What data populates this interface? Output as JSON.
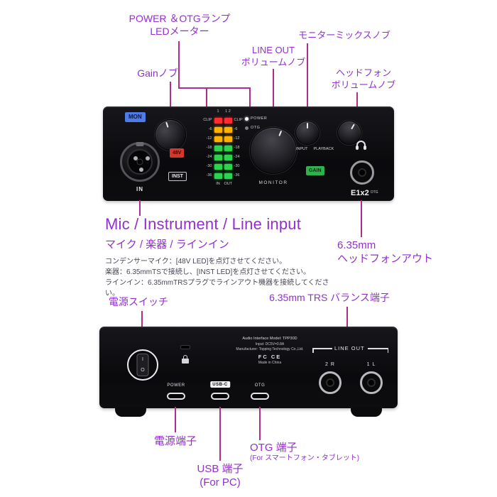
{
  "colors": {
    "annotation_text": "#9230cc",
    "leader_line": "#b02e86",
    "panel_black": "#0d0d10",
    "led_red": "#ff2d2d",
    "led_amber": "#ffb200",
    "led_green": "#2fd24f"
  },
  "front": {
    "callouts": {
      "power_otg_line1": "POWER ＆OTGランプ",
      "power_otg_line2": "LEDメーター",
      "monitor_mix": "モニターミックスノブ",
      "line_out_line1": "LINE OUT",
      "line_out_line2": "ボリュームノブ",
      "gain": "Gainノブ",
      "headphone_line1": "ヘッドフォン",
      "headphone_line2": "ボリュームノブ",
      "input_title": "Mic / Instrument / Line input",
      "input_subtitle": "マイク / 楽器 / ラインイン",
      "input_note1": "コンデンサーマイク：[48V LED]を点灯させてください。",
      "input_note2": "楽器：6.35mmTSで接続し、[INST LED]を点灯させてください。",
      "input_note3": "ラインイン：6.35mmTRSプラグでラインアウト機器を接続してください。",
      "hp_out_line1": "6.35mm",
      "hp_out_line2": "ヘッドフォンアウト"
    },
    "panel": {
      "mon": "MON",
      "input_jack": "IN",
      "phantom": "48V",
      "inst": "INST",
      "meter": {
        "ch_left": "1",
        "ch_right": "1 2",
        "rows": [
          "CLIP",
          "-6",
          "-12",
          "-18",
          "-24",
          "-30",
          "-36"
        ],
        "bottom_left": "IN",
        "bottom_right": "OUT"
      },
      "power_led": "POWER",
      "otg_led": "OTG",
      "monitor": "MONITOR",
      "input_label": "INPUT",
      "playback_label": "PLAYBACK",
      "gain": "GAIN",
      "model": "E1x2",
      "model_suffix": "OTG"
    }
  },
  "back": {
    "callouts": {
      "power_switch": "電源スイッチ",
      "trs": "6.35mm TRS バランス端子",
      "power_port": "電源端子",
      "usb_line1": "USB 端子",
      "usb_line2": "(For PC)",
      "otg_line1": "OTG 端子",
      "otg_line2": "(For スマートフォン・タブレット)"
    },
    "panel": {
      "info1": "Audio Interface   Model: TPP30D",
      "info2": "Input: DC5V=0.8A",
      "info3": "Manufacturer: Topping Technology Co.,Ltd.",
      "marks": "FC CE",
      "made": "Made in China",
      "line_out": "LINE OUT",
      "jack_r": "2 R",
      "jack_l": "1 L",
      "power_label": "POWER",
      "usbc_label": "USB-C",
      "otg_label": "OTG",
      "switch_on": "I",
      "switch_off": "O"
    }
  }
}
